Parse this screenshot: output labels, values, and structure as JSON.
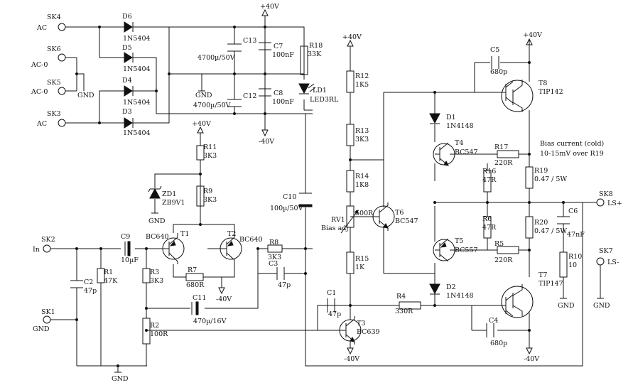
{
  "rails": {
    "pos": "+40V",
    "neg": "-40V",
    "gnd": "GND"
  },
  "connectors": [
    {
      "ref": "SK4",
      "signal": "AC"
    },
    {
      "ref": "SK6",
      "signal": "AC-0"
    },
    {
      "ref": "SK5",
      "signal": "AC-0"
    },
    {
      "ref": "SK3",
      "signal": "AC"
    },
    {
      "ref": "SK2",
      "signal": "In"
    },
    {
      "ref": "SK1",
      "signal": "GND"
    },
    {
      "ref": "SK8",
      "signal": "LS+"
    },
    {
      "ref": "SK7",
      "signal": "LS-"
    }
  ],
  "components": [
    {
      "ref": "D6",
      "value": "1N5404"
    },
    {
      "ref": "D5",
      "value": "1N5404"
    },
    {
      "ref": "D4",
      "value": "1N5404"
    },
    {
      "ref": "D3",
      "value": "1N5404"
    },
    {
      "ref": "C13",
      "value": "4700µ/50V"
    },
    {
      "ref": "C12",
      "value": "4700µ/50V"
    },
    {
      "ref": "C7",
      "value": "100nF"
    },
    {
      "ref": "C8",
      "value": "100nF"
    },
    {
      "ref": "R18",
      "value": "33K"
    },
    {
      "ref": "LD1",
      "value": "LED3RL"
    },
    {
      "ref": "R11",
      "value": "3K3"
    },
    {
      "ref": "R9",
      "value": "3K3"
    },
    {
      "ref": "ZD1",
      "value": "ZB9V1"
    },
    {
      "ref": "C9",
      "value": "10µF"
    },
    {
      "ref": "T1",
      "value": "BC640"
    },
    {
      "ref": "T2",
      "value": "BC640"
    },
    {
      "ref": "R8",
      "value": "3K3"
    },
    {
      "ref": "C3",
      "value": "47p"
    },
    {
      "ref": "R7",
      "value": "680R"
    },
    {
      "ref": "C11",
      "value": "470µ/16V"
    },
    {
      "ref": "R3",
      "value": "3K3"
    },
    {
      "ref": "R2",
      "value": "100R"
    },
    {
      "ref": "R1",
      "value": "47K"
    },
    {
      "ref": "C2",
      "value": "47p"
    },
    {
      "ref": "C10",
      "value": "100µ/50V"
    },
    {
      "ref": "R12",
      "value": "1K5"
    },
    {
      "ref": "R13",
      "value": "3K3"
    },
    {
      "ref": "R14",
      "value": "1K8"
    },
    {
      "ref": "RV1",
      "value": "500R"
    },
    {
      "ref": "R15",
      "value": "1K"
    },
    {
      "ref": "T6",
      "value": "BC547"
    },
    {
      "ref": "C1",
      "value": "47p"
    },
    {
      "ref": "T3",
      "value": "BC639"
    },
    {
      "ref": "R4",
      "value": "330R"
    },
    {
      "ref": "C5",
      "value": "680p"
    },
    {
      "ref": "T8",
      "value": "TIP142"
    },
    {
      "ref": "D1",
      "value": "1N4148"
    },
    {
      "ref": "T4",
      "value": "BC547"
    },
    {
      "ref": "R17",
      "value": "220R"
    },
    {
      "ref": "R16",
      "value": "47R"
    },
    {
      "ref": "R19",
      "value": "0.47 / 5W"
    },
    {
      "ref": "R6",
      "value": "47R"
    },
    {
      "ref": "R20",
      "value": "0.47 / 5W"
    },
    {
      "ref": "C6",
      "value": "47nF"
    },
    {
      "ref": "R10",
      "value": "10"
    },
    {
      "ref": "T5",
      "value": "BC557"
    },
    {
      "ref": "R5",
      "value": "220R"
    },
    {
      "ref": "D2",
      "value": "1N4148"
    },
    {
      "ref": "T7",
      "value": "TIP147"
    },
    {
      "ref": "C4",
      "value": "680p"
    }
  ],
  "annotations": {
    "bias_adj": "Bias adj",
    "bias_title": "Bias current (cold)",
    "bias_spec": "10-15mV over R19"
  }
}
